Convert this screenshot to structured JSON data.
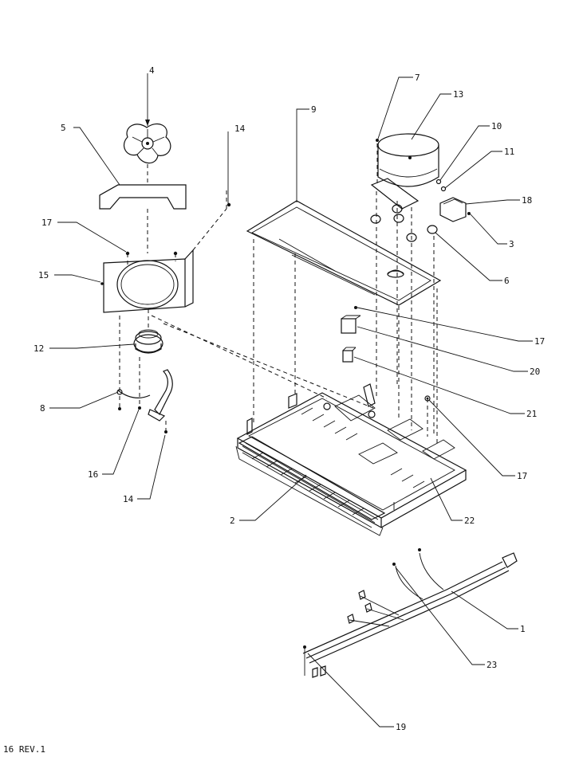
{
  "diagram": {
    "callouts": [
      {
        "id": "4",
        "label": "4"
      },
      {
        "id": "5",
        "label": "5"
      },
      {
        "id": "14a",
        "label": "14"
      },
      {
        "id": "17a",
        "label": "17"
      },
      {
        "id": "15",
        "label": "15"
      },
      {
        "id": "12",
        "label": "12"
      },
      {
        "id": "8",
        "label": "8"
      },
      {
        "id": "16",
        "label": "16"
      },
      {
        "id": "14b",
        "label": "14"
      },
      {
        "id": "9",
        "label": "9"
      },
      {
        "id": "7",
        "label": "7"
      },
      {
        "id": "13",
        "label": "13"
      },
      {
        "id": "10",
        "label": "10"
      },
      {
        "id": "11",
        "label": "11"
      },
      {
        "id": "18",
        "label": "18"
      },
      {
        "id": "3",
        "label": "3"
      },
      {
        "id": "6",
        "label": "6"
      },
      {
        "id": "17b",
        "label": "17"
      },
      {
        "id": "20",
        "label": "20"
      },
      {
        "id": "21",
        "label": "21"
      },
      {
        "id": "17c",
        "label": "17"
      },
      {
        "id": "2",
        "label": "2"
      },
      {
        "id": "22",
        "label": "22"
      },
      {
        "id": "1",
        "label": "1"
      },
      {
        "id": "23",
        "label": "23"
      },
      {
        "id": "19",
        "label": "19"
      }
    ],
    "footer": "16 REV.1"
  }
}
